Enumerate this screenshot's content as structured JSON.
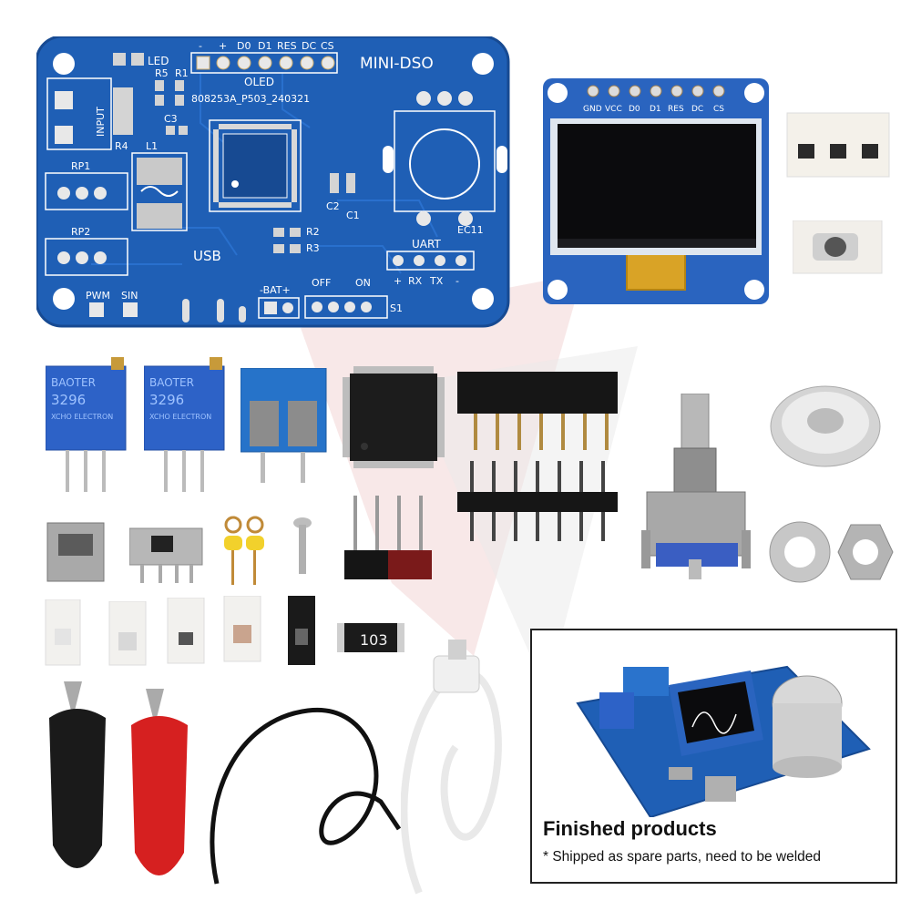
{
  "pcb": {
    "title": "MINI-DSO",
    "revision": "808253A_P503_240321",
    "oled_header_pins": [
      "-",
      "+",
      "D0",
      "D1",
      "RES",
      "DC",
      "CS"
    ],
    "oled_label": "OLED",
    "led_label": "LED",
    "input_label": "INPUT",
    "refs": [
      "R5",
      "R1",
      "C3",
      "R4",
      "L1",
      "RP1",
      "RP2",
      "C2",
      "C1",
      "R2",
      "R3",
      "EC11",
      "S1"
    ],
    "usb_label": "USB",
    "uart_label": "UART",
    "uart_pins": [
      "+",
      "RX",
      "TX",
      "-"
    ],
    "bat_label": "-BAT+",
    "off_label": "OFF",
    "on_label": "ON",
    "pwm_label": "PWM",
    "sin_label": "SIN"
  },
  "oled_module": {
    "pins": [
      "GND",
      "VCC",
      "D0",
      "D1",
      "RES",
      "DC",
      "CS"
    ]
  },
  "trimpots": [
    {
      "brand": "BAOTER",
      "model": "3296",
      "line3": "XCHO ELECTRON"
    },
    {
      "brand": "BAOTER",
      "model": "3296",
      "line3": "XCHO ELECTRON"
    }
  ],
  "resistor_marking": "103",
  "finished": {
    "title": "Finished products",
    "note": "* Shipped as spare parts, need to be welded"
  },
  "colors": {
    "pcb_blue": "#1f5fb5",
    "pcb_blue_dark": "#174a92",
    "trimpot_blue": "#2d62c7",
    "clip_red": "#d62020",
    "clip_black": "#1a1a1a"
  }
}
